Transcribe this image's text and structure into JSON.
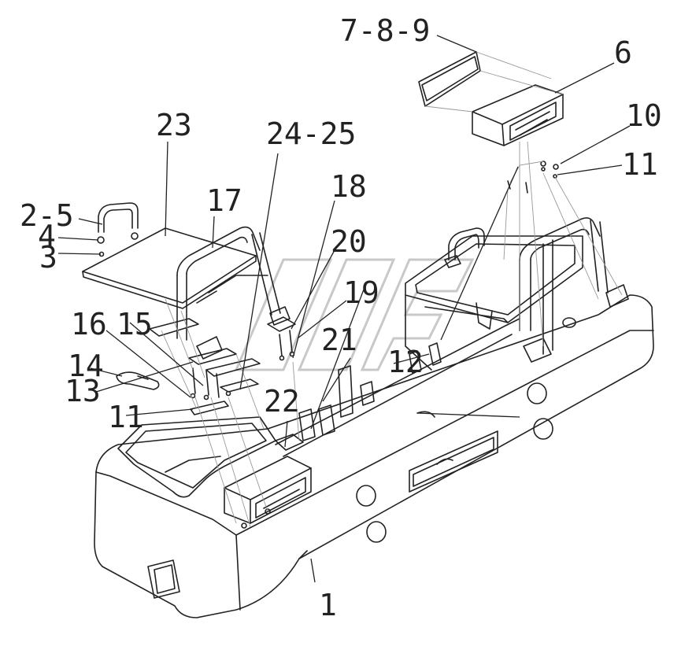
{
  "callouts": [
    {
      "id": "c1",
      "text": "1"
    },
    {
      "id": "c2-5",
      "text": "2-5"
    },
    {
      "id": "c3",
      "text": "3"
    },
    {
      "id": "c4",
      "text": "4"
    },
    {
      "id": "c6",
      "text": "6"
    },
    {
      "id": "c7-8-9",
      "text": "7-8-9"
    },
    {
      "id": "c10",
      "text": "10"
    },
    {
      "id": "c11a",
      "text": "11"
    },
    {
      "id": "c11b",
      "text": "11"
    },
    {
      "id": "c12",
      "text": "12"
    },
    {
      "id": "c13",
      "text": "13"
    },
    {
      "id": "c14",
      "text": "14"
    },
    {
      "id": "c15",
      "text": "15"
    },
    {
      "id": "c16",
      "text": "16"
    },
    {
      "id": "c17",
      "text": "17"
    },
    {
      "id": "c18",
      "text": "18"
    },
    {
      "id": "c19",
      "text": "19"
    },
    {
      "id": "c20",
      "text": "20"
    },
    {
      "id": "c21",
      "text": "21"
    },
    {
      "id": "c22",
      "text": "22"
    },
    {
      "id": "c23",
      "text": "23"
    },
    {
      "id": "c24-25",
      "text": "24-25"
    }
  ]
}
